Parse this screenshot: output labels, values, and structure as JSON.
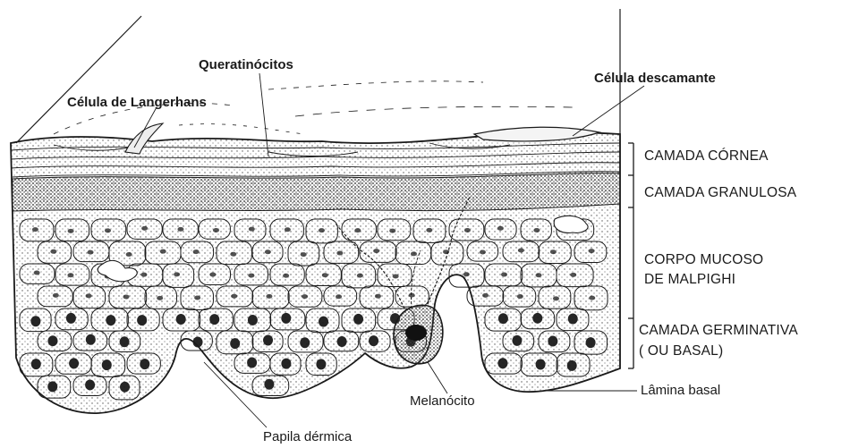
{
  "labels": {
    "keratinocytes": "Queratinócitos",
    "langerhans": "Célula de Langerhans",
    "desquamating": "Célula descamante",
    "melanocyte": "Melanócito",
    "dermal_papilla": "Papila dérmica",
    "basal_lamina": "Lâmina basal"
  },
  "layers": {
    "cornea": "CAMADA CÓRNEA",
    "granulosa": "CAMADA GRANULOSA",
    "malpighi_line1": "CORPO MUCOSO",
    "malpighi_line2": "DE MALPIGHI",
    "germinativa_line1": "CAMADA GERMINATIVA",
    "germinativa_line2": "( OU BASAL)"
  },
  "colors": {
    "ink": "#1a1a1a",
    "background": "#ffffff",
    "stipple": "#555555"
  }
}
